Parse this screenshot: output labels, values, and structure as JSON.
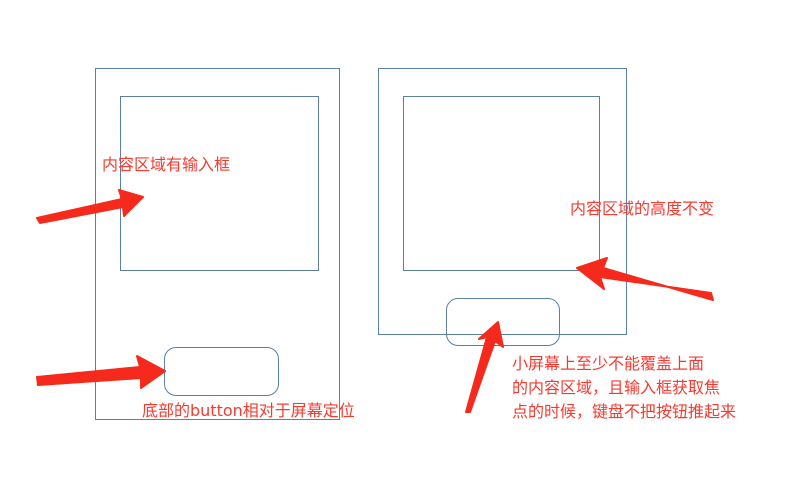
{
  "colors": {
    "outline": "#5b7fa5",
    "annotation": "#f53b30",
    "arrow": "#f52a1c"
  },
  "left_phone": {
    "content_label": "内容区域有输入框",
    "button_label": "底部的button相对于屏幕定位"
  },
  "right_phone": {
    "content_label": "内容区域的高度不变",
    "note_lines": [
      "小屏幕上至少不能覆盖上面",
      "的内容区域，且输入框获取焦",
      "点的时候，键盘不把按钮推起来"
    ]
  }
}
